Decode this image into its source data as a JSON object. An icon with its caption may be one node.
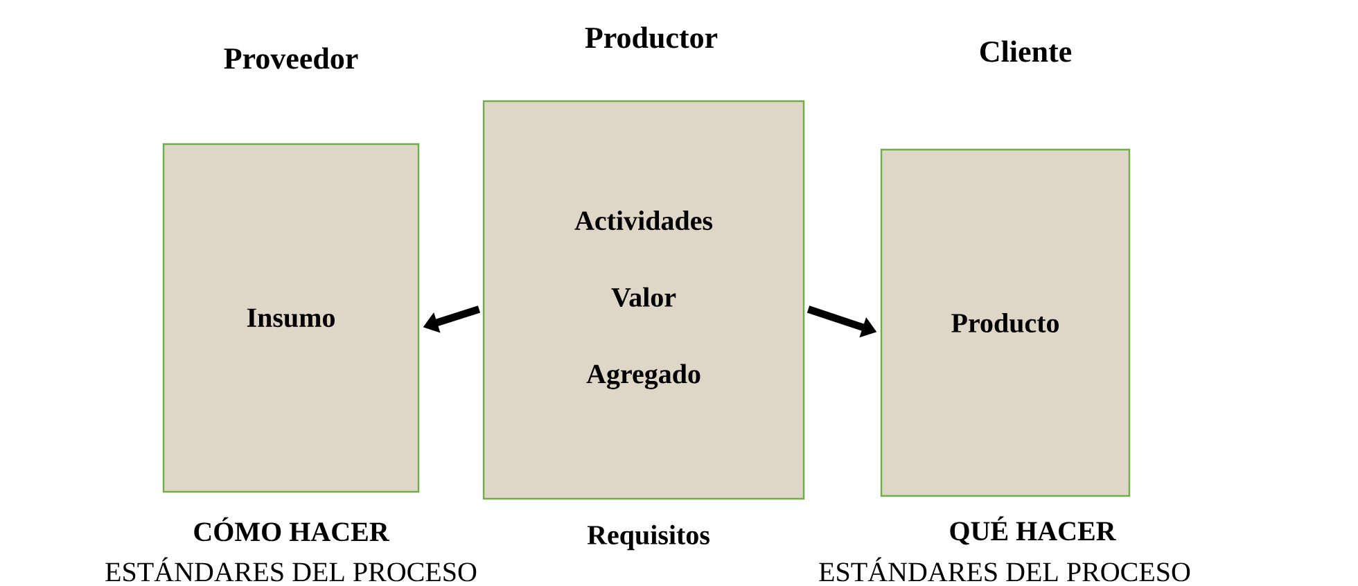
{
  "diagram": {
    "nodes": [
      {
        "text": [
          "Proveedor",
          "Insumo"
        ],
        "beside": [
          "CÓMO HACER",
          "ESTÁNDARES DEL PROCESO"
        ]
      },
      {
        "text": [
          "Productor",
          "Actividades Valor Agregado"
        ],
        "beside": [
          "Requisitos"
        ]
      },
      {
        "text": [
          "Cliente",
          "Producto"
        ],
        "beside": [
          "QUÉ HACER",
          "ESTÁNDARES DEL PROCESO"
        ]
      }
    ],
    "edges": [
      {
        "from": 1,
        "to": 0,
        "arrow": "to"
      },
      {
        "from": 1,
        "to": 2,
        "arrow": "to"
      }
    ]
  }
}
